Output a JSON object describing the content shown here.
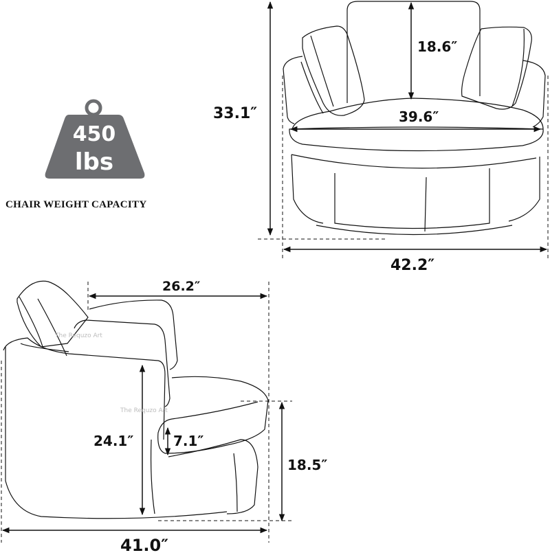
{
  "weight_badge": {
    "value": "450",
    "unit": "lbs",
    "caption": "CHAIR WEIGHT CAPACITY",
    "color": "#6d6e71"
  },
  "front_view": {
    "total_height": "33.1″",
    "back_height": "18.6″",
    "seat_width": "39.6″",
    "total_width": "42.2″"
  },
  "side_view": {
    "seat_depth": "26.2″",
    "arm_height": "24.1″",
    "cushion_thickness": "7.1″",
    "seat_height": "18.5″",
    "total_depth": "41.0″"
  },
  "watermarks": [
    "The Requzo Art",
    "The Requzo Art"
  ]
}
